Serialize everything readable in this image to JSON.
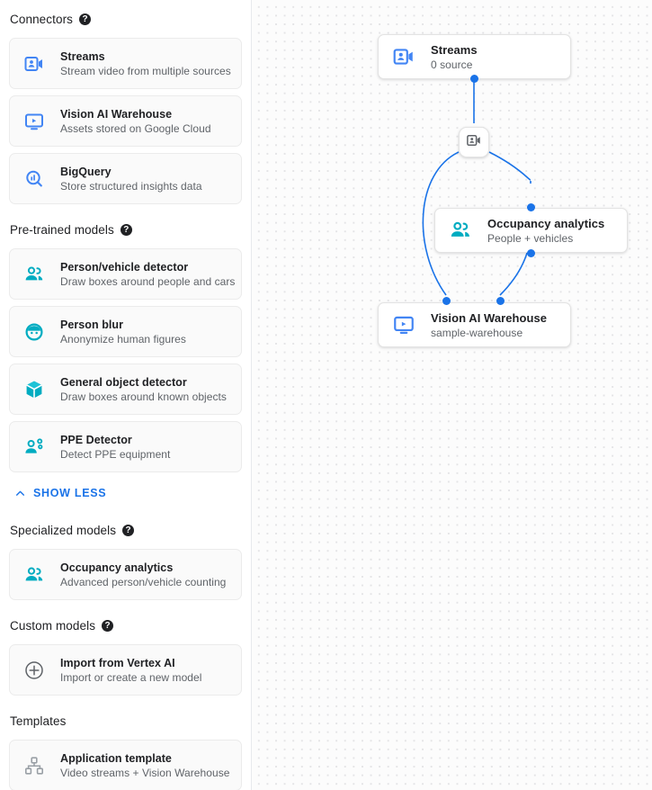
{
  "colors": {
    "connector_blue": "#4285f4",
    "model_teal": "#00acc1",
    "custom_gray": "#5f6368",
    "link_blue": "#1a73e8",
    "edge_blue": "#1a73e8",
    "canvas_bg": "#fcfcfc",
    "card_bg": "#fafafa"
  },
  "sidebar": {
    "sections": [
      {
        "title": "Connectors",
        "help_icon": "help-icon",
        "has_help": true,
        "items": [
          {
            "title": "Streams",
            "subtitle": "Stream video from multiple sources",
            "icon": "video-camera-person-icon"
          },
          {
            "title": "Vision AI Warehouse",
            "subtitle": "Assets stored on Google Cloud",
            "icon": "monitor-play-icon"
          },
          {
            "title": "BigQuery",
            "subtitle": "Store structured insights data",
            "icon": "magnifier-bars-icon"
          }
        ]
      },
      {
        "title": "Pre-trained models",
        "help_icon": "help-icon",
        "has_help": true,
        "items": [
          {
            "title": "Person/vehicle detector",
            "subtitle": "Draw boxes around people and cars",
            "icon": "person-vehicle-icon"
          },
          {
            "title": "Person blur",
            "subtitle": "Anonymize human figures",
            "icon": "face-blur-icon"
          },
          {
            "title": "General object detector",
            "subtitle": "Draw boxes around known objects",
            "icon": "cube-icon"
          },
          {
            "title": "PPE Detector",
            "subtitle": "Detect PPE equipment",
            "icon": "ppe-person-icon"
          }
        ]
      },
      {
        "title": "Specialized models",
        "help_icon": "help-icon",
        "has_help": true,
        "items": [
          {
            "title": "Occupancy analytics",
            "subtitle": "Advanced person/vehicle counting",
            "icon": "person-vehicle-icon"
          }
        ]
      },
      {
        "title": "Custom models",
        "help_icon": "help-icon",
        "has_help": true,
        "items": [
          {
            "title": "Import from Vertex AI",
            "subtitle": "Import or create a new model",
            "icon": "plus-circle-icon"
          }
        ]
      },
      {
        "title": "Templates",
        "help_icon": "",
        "has_help": false,
        "items": [
          {
            "title": "Application template",
            "subtitle": "Video streams + Vision Warehouse",
            "icon": "hierarchy-icon"
          }
        ]
      }
    ],
    "show_less": {
      "label": "SHOW LESS",
      "icon": "chevron-up-icon"
    }
  },
  "canvas": {
    "nodes": [
      {
        "title": "Streams",
        "subtitle": "0 source",
        "icon": "video-camera-person-icon"
      },
      {
        "title": "Occupancy analytics",
        "subtitle": "People + vehicles",
        "icon": "person-vehicle-icon"
      },
      {
        "title": "Vision AI Warehouse",
        "subtitle": "sample-warehouse",
        "icon": "monitor-play-icon"
      }
    ],
    "badge": {
      "icon": "video-camera-person-icon"
    }
  }
}
